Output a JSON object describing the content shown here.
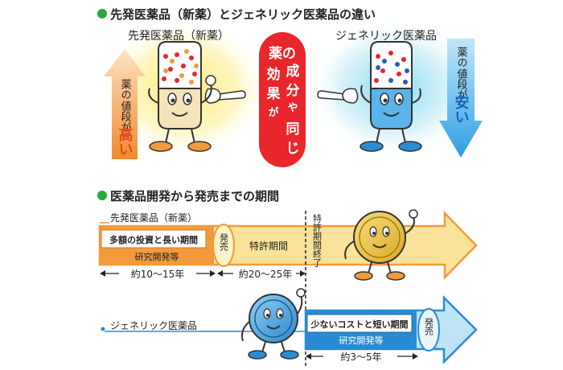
{
  "section1": {
    "heading": "先発医薬品（新薬）とジェネリック医薬品の違い",
    "brand_name": "先発医薬品（新薬）",
    "generic_name": "ジェネリック医薬品",
    "left_arrow": {
      "line1": "薬の",
      "line2": "値段が",
      "emph": "高い"
    },
    "right_arrow": {
      "line1": "薬の",
      "line2": "値段が",
      "emph": "安い"
    },
    "center": {
      "row1": "薬の",
      "row2a": "効",
      "row2b": "成",
      "row3a": "果",
      "row3b": "分",
      "row4a": "が",
      "row4b": "や",
      "row5": "同",
      "row6": "じ"
    }
  },
  "section2": {
    "heading": "医薬品開発から発売までの期間",
    "brand_label": "先発医薬品（新薬）",
    "brand_box1": "多額の投資と長い期間",
    "brand_box2": "研究開発等",
    "release": "発売",
    "patent": "特許期間",
    "patent_end": "特許期間終了",
    "brand_dur1": "約10〜15年",
    "brand_dur2": "約20〜25年",
    "generic_label": "ジェネリック医薬品",
    "generic_box1": "少ないコストと短い期間",
    "generic_box2": "研究開発等",
    "generic_dur": "約3〜5年"
  },
  "colors": {
    "heading_bullet": "#2aa83f",
    "expensive_orange": "#f39a3c",
    "cheap_blue": "#48b0e8",
    "center_red": "#e8262b",
    "brand_arrow_fill": "#fbe29a",
    "brand_arrow_stroke": "#f39a3c",
    "generic_arrow_fill": "#bfe3f7",
    "generic_arrow_stroke": "#2a8bd3"
  }
}
